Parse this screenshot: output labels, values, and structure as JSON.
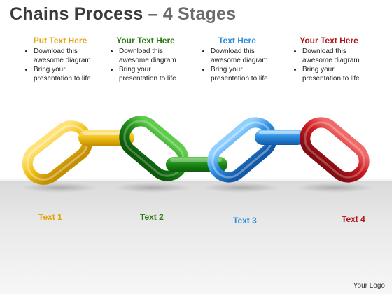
{
  "title": {
    "main": "Chains Process",
    "accent": "– 4 Stages"
  },
  "stages": [
    {
      "heading": "Put Text Here",
      "color": "#e3a30b",
      "bullets": [
        "Download this awesome diagram",
        "Bring your presentation to life"
      ],
      "label": "Text 1"
    },
    {
      "heading": "Your Text Here",
      "color": "#2a7a12",
      "bullets": [
        "Download this awesome diagram",
        "Bring your presentation to life"
      ],
      "label": "Text 2"
    },
    {
      "heading": "Text Here",
      "color": "#2e8fd6",
      "bullets": [
        "Download this awesome diagram",
        "Bring your presentation to life"
      ],
      "label": "Text 3"
    },
    {
      "heading": "Your Text Here",
      "color": "#b0151b",
      "bullets": [
        "Download this awesome diagram",
        "Bring your presentation to life"
      ],
      "label": "Text 4"
    }
  ],
  "chain_links": [
    {
      "name": "yellow",
      "color": "#f2c21b"
    },
    {
      "name": "green",
      "color": "#1f8c1a"
    },
    {
      "name": "blue",
      "color": "#2e8fe0"
    },
    {
      "name": "red",
      "color": "#cc1a20"
    }
  ],
  "logo": "Your Logo"
}
